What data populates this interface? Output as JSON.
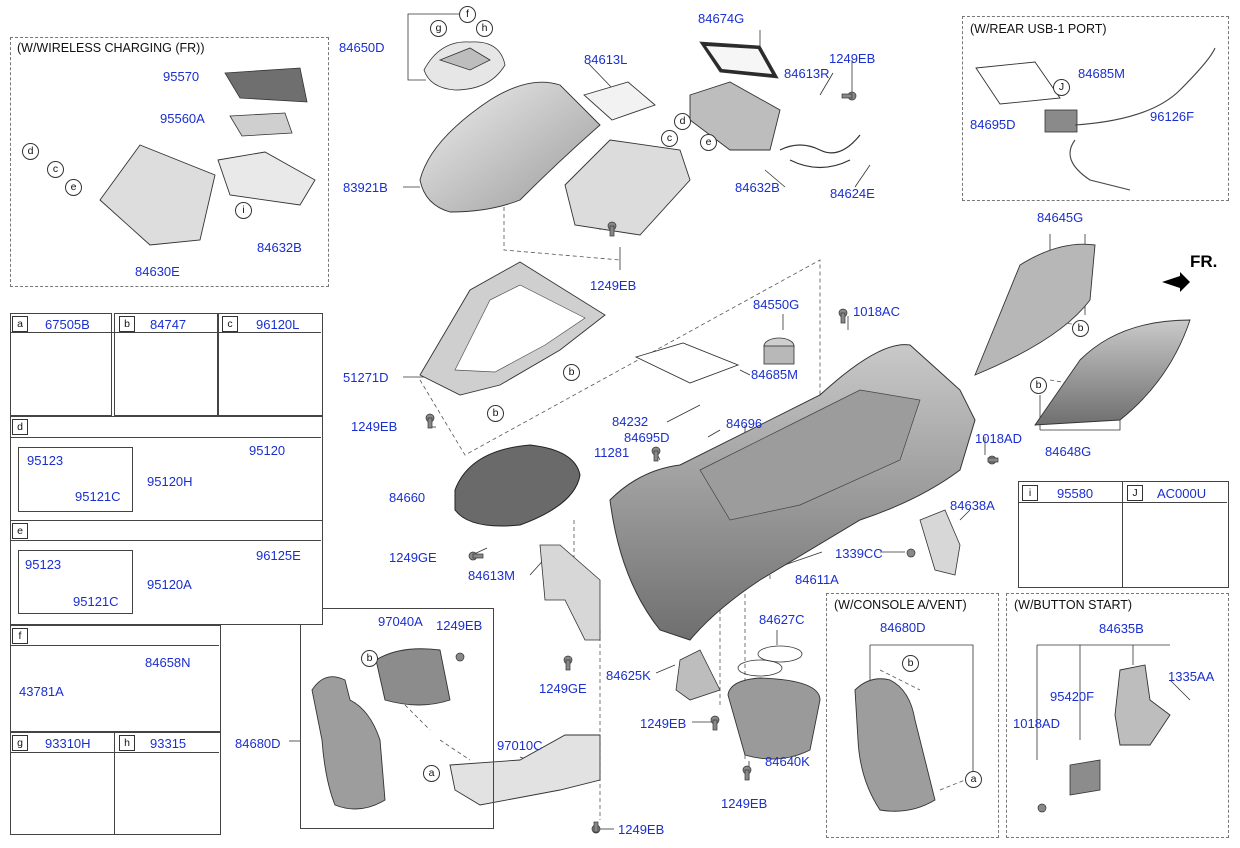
{
  "labels": {
    "p84650D": "84650D",
    "p84674G": "84674G",
    "p84613L": "84613L",
    "p84613R": "84613R",
    "p1249EB_a": "1249EB",
    "p83921B": "83921B",
    "p84632B_main": "84632B",
    "p84624E": "84624E",
    "p1249EB_b": "1249EB",
    "p84550G": "84550G",
    "p1018AC": "1018AC",
    "p51271D": "51271D",
    "p84685M_main": "84685M",
    "p1249EB_c": "1249EB",
    "p84232": "84232",
    "p84695D_main": "84695D",
    "p84696": "84696",
    "p11281": "11281",
    "p1018AD_main": "1018AD",
    "p84660": "84660",
    "p84638A": "84638A",
    "p1249GE_a": "1249GE",
    "p84613M": "84613M",
    "p1339CC": "1339CC",
    "p84611A": "84611A",
    "p84627C": "84627C",
    "p1249GE_b": "1249GE",
    "p84625K": "84625K",
    "p1249EB_d": "1249EB",
    "p84640K": "84640K",
    "p1249EB_e": "1249EB",
    "p97040A": "97040A",
    "p1249EB_f": "1249EB",
    "p84680D_main": "84680D",
    "p97010C": "97010C",
    "p1249EB_g": "1249EB",
    "p84645G": "84645G",
    "p84648G": "84648G",
    "fr": "FR."
  },
  "wireless": {
    "title": "(W/WIRELESS CHARGING (FR))",
    "p95570": "95570",
    "p95560A": "95560A",
    "p84632B": "84632B",
    "p84630E": "84630E"
  },
  "usb": {
    "title": "(W/REAR USB-1 PORT)",
    "p84685M": "84685M",
    "p84695D": "84695D",
    "p96126F": "96126F"
  },
  "vent": {
    "title": "(W/CONSOLE A/VENT)",
    "p84680D": "84680D"
  },
  "button_start": {
    "title": "(W/BUTTON START)",
    "p84635B": "84635B",
    "p1335AA": "1335AA",
    "p95420F": "95420F",
    "p1018AD": "1018AD"
  },
  "legend_top": {
    "a": "67505B",
    "b": "84747",
    "c": "96120L"
  },
  "legend_d": {
    "p95123": "95123",
    "p95121C": "95121C",
    "p95120H": "95120H",
    "p95120": "95120"
  },
  "legend_e": {
    "p95123": "95123",
    "p95121C": "95121C",
    "p95120A": "95120A",
    "p96125E": "96125E"
  },
  "legend_f": {
    "p43781A": "43781A",
    "p84658N": "84658N"
  },
  "legend_gh": {
    "g": "93310H",
    "h": "93315"
  },
  "legend_ij": {
    "i": "95580",
    "j": "AC000U"
  },
  "letters": {
    "a": "a",
    "b": "b",
    "c": "c",
    "d": "d",
    "e": "e",
    "f": "f",
    "g": "g",
    "h": "h",
    "i": "i",
    "j": "J"
  },
  "colors": {
    "label": "#1a2fd0",
    "line": "#333333",
    "part_fill": "#d8d8d8"
  }
}
